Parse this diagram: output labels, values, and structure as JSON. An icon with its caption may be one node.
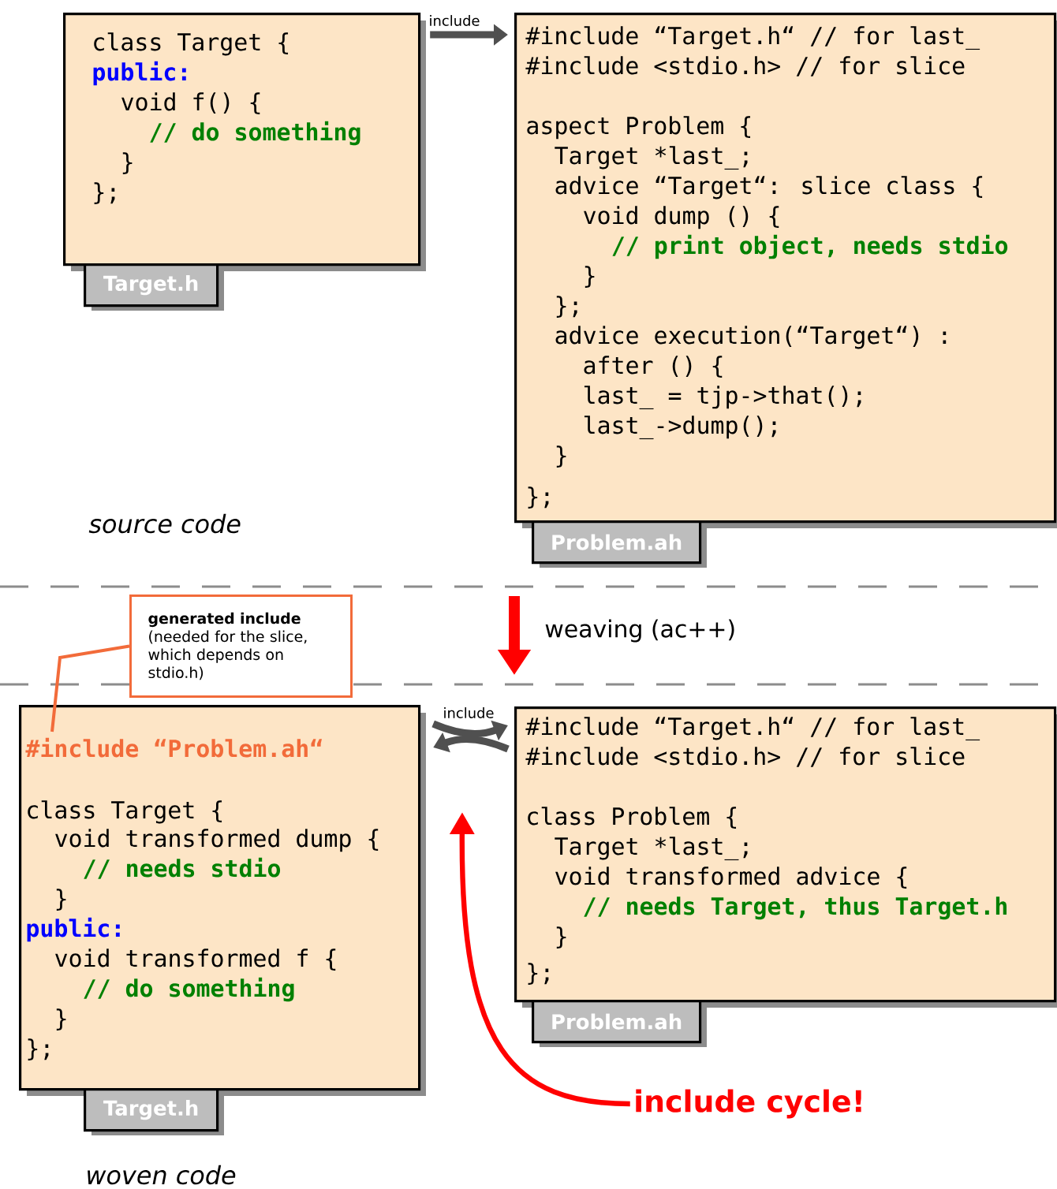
{
  "diagram": {
    "nodes": [
      {
        "text": [
          "class Target {",
          "public:",
          "void f() {",
          "// do something",
          "}",
          "};"
        ],
        "beside": [
          "Target.h"
        ]
      },
      {
        "text": [
          "#include “Target.h“ // for last_",
          "#include <stdio.h>  // for slice",
          "aspect Problem {",
          "Target *last_;",
          "advice “Target“: slice class {",
          "void dump () {",
          "// print object, needs stdio",
          "}",
          "};",
          "advice execution(“Target“) :",
          "after () {",
          "last_ = tjp->that();",
          "last_->dump();",
          "}",
          "};"
        ],
        "beside": [
          "Problem.ah"
        ]
      },
      {
        "text": [
          "generated include",
          "(needed for the slice, which depends on stdio.h)"
        ]
      },
      {
        "text": [
          "#include “Problem.ah“",
          "class Target {",
          "void transformed dump {",
          "// needs stdio",
          "}",
          "public:",
          "void transformed f {",
          "// do something",
          "}",
          "};"
        ],
        "beside": [
          "Target.h"
        ]
      },
      {
        "text": [
          "#include “Target.h“ // for last_",
          "#include <stdio.h>  // for slice",
          "class Problem {",
          "Target *last_;",
          "void transformed advice {",
          "// needs Target, thus Target.h",
          "}",
          "};"
        ],
        "beside": [
          "Problem.ah"
        ]
      },
      {
        "text": [
          "include cycle!"
        ]
      }
    ],
    "edges": [
      {
        "from": 0,
        "to": 1,
        "arrow": "to",
        "label": "include"
      },
      {
        "from": 3,
        "to": 4,
        "arrow": "to",
        "label": "include"
      },
      {
        "from": 4,
        "to": 3,
        "arrow": "to"
      },
      {
        "from": 2,
        "to": 3,
        "arrow": "none",
        "color": "#f26b3a"
      },
      {
        "from": 5,
        "to": null,
        "arrow": "to",
        "color": "#ff0000"
      }
    ],
    "labels": [
      "source code",
      "weaving (ac++)",
      "woven code"
    ]
  }
}
